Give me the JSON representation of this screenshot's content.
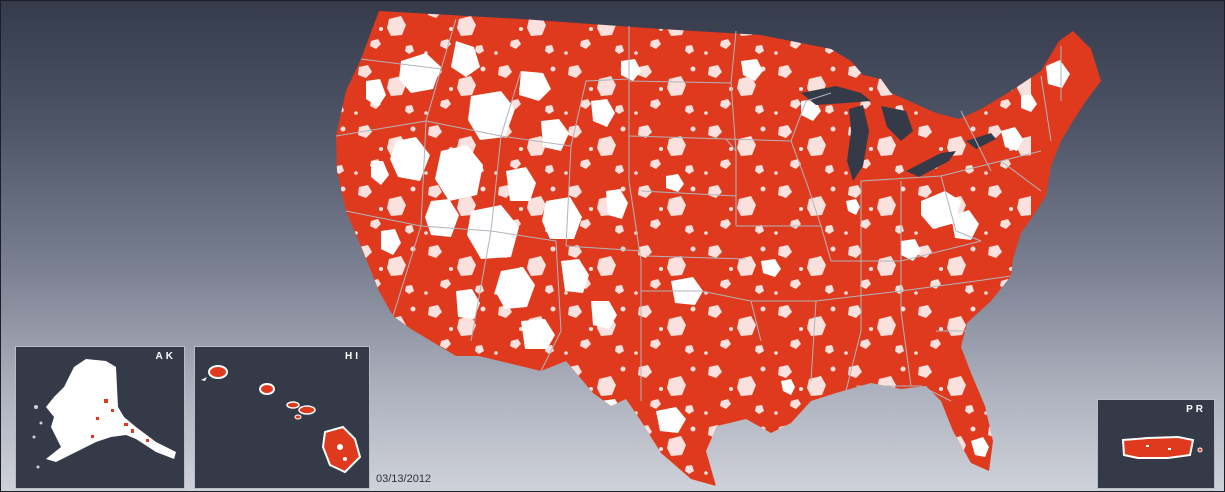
{
  "map": {
    "colors": {
      "coverage": "#e03a1e",
      "no_coverage": "#ffffff",
      "state_border": "#b0b4bc",
      "inset_background": "#343a48",
      "background_top": "#353b4b",
      "background_bottom": "#cfd2d9"
    },
    "date": "03/13/2012",
    "insets": {
      "alaska": {
        "label": "AK"
      },
      "hawaii": {
        "label": "HI"
      },
      "puerto_rico": {
        "label": "PR"
      }
    }
  }
}
